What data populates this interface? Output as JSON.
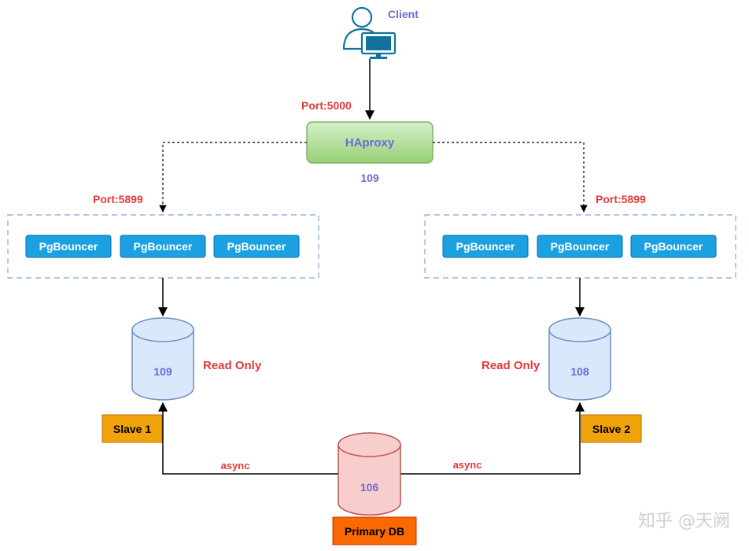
{
  "client": {
    "label": "Client"
  },
  "haproxy": {
    "label": "HAproxy",
    "port_label": "Port:5000",
    "host_label": "109"
  },
  "left_group": {
    "port_label": "Port:5899",
    "bouncers": [
      "PgBouncer",
      "PgBouncer",
      "PgBouncer"
    ]
  },
  "right_group": {
    "port_label": "Port:5899",
    "bouncers": [
      "PgBouncer",
      "PgBouncer",
      "PgBouncer"
    ]
  },
  "slave1": {
    "db_label": "109",
    "status_label": "Read Only",
    "name_label": "Slave 1"
  },
  "slave2": {
    "db_label": "108",
    "status_label": "Read Only",
    "name_label": "Slave 2"
  },
  "primary": {
    "db_label": "106",
    "name_label": "Primary DB"
  },
  "links": {
    "left_label": "async",
    "right_label": "async"
  },
  "watermark": {
    "text": "知乎 @天阙"
  },
  "colors": {
    "red_label": "#e03a3a",
    "blue_label": "#6a6ad6",
    "pgbouncer_fill": "#1ba1e2",
    "haproxy_fill": "#a8d98f",
    "replica_fill": "#dae8fc",
    "primary_fill": "#f8cecc",
    "slave_tag_fill": "#f0a30a",
    "primary_tag_fill": "#fa6800"
  }
}
